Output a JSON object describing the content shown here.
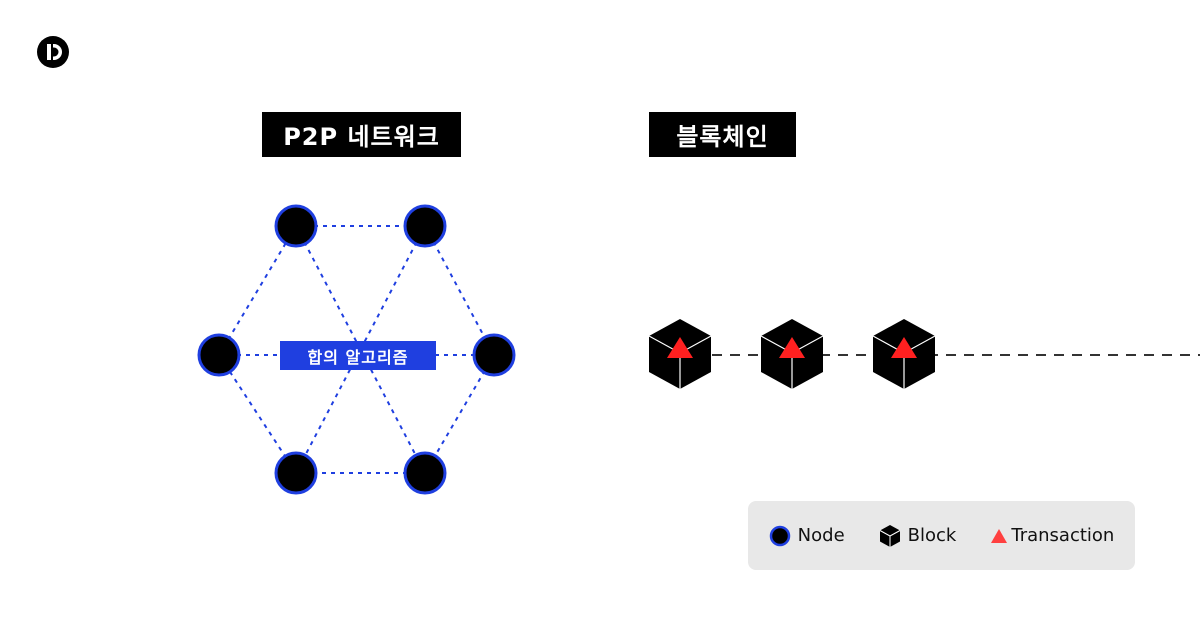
{
  "titles": {
    "p2p": "P2P 네트워크",
    "blockchain": "블록체인"
  },
  "diagram": {
    "consensus_label": "합의 알고리즘",
    "colors": {
      "node_fill": "#000000",
      "node_stroke": "#1f3fe0",
      "link": "#1f3fe0",
      "chain_link": "#333333",
      "block": "#000000",
      "transaction": "#ff3b3b",
      "label_bg": "#1f3fe0"
    },
    "node_count": 6,
    "block_count": 3
  },
  "legend": {
    "node": "Node",
    "block": "Block",
    "transaction": "Transaction"
  }
}
